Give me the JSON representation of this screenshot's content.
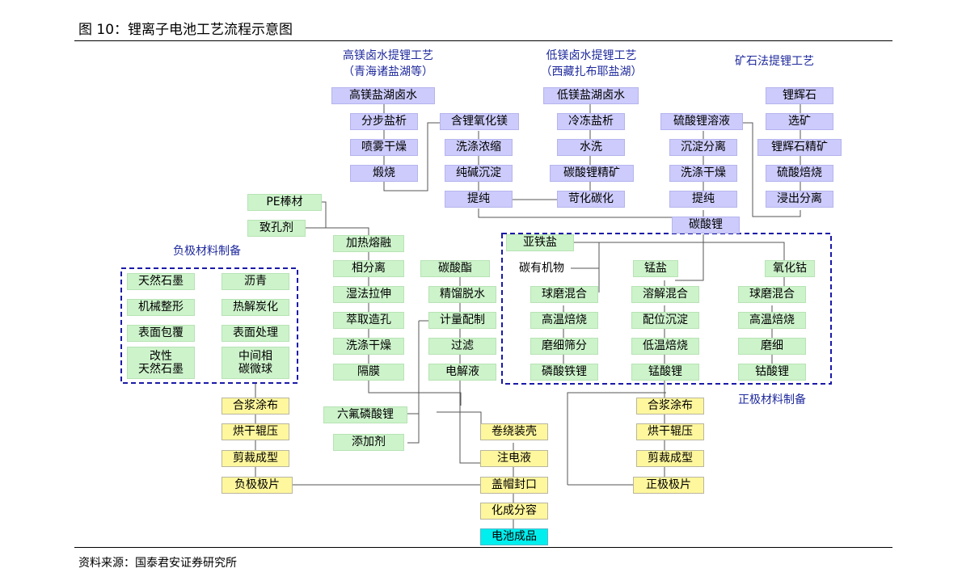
{
  "title": "图 10：锂离子电池工艺流程示意图",
  "source": "资料来源：国泰君安证券研究所",
  "headers": {
    "high_mg": "高镁卤水提锂工艺",
    "high_mg_sub": "（青海诸盐湖等）",
    "low_mg": "低镁卤水提锂工艺",
    "low_mg_sub": "（西藏扎布耶盐湖）",
    "ore": "矿石法提锂工艺",
    "anode_group": "负极材料制备",
    "cathode_group": "正极材料制备"
  },
  "nodes": {
    "high_brine": "高镁盐湖卤水",
    "stage_salt": "分步盐析",
    "spray_dry": "喷雾干燥",
    "calcine": "煅烧",
    "li_mgo": "含锂氧化镁",
    "wash_conc": "洗涤浓缩",
    "soda_precip": "纯碱沉淀",
    "purify_a": "提纯",
    "low_brine": "低镁盐湖卤水",
    "freeze_salt": "冷冻盐析",
    "water_wash": "水洗",
    "li2co3_conc": "碳酸锂精矿",
    "caustic": "苛化碳化",
    "li2so4_sol": "硫酸锂溶液",
    "precip_sep": "沉淀分离",
    "wash_dry": "洗涤干燥",
    "purify_b": "提纯",
    "spodumene": "锂辉石",
    "beneficiation": "选矿",
    "spod_conc": "锂辉石精矿",
    "sulfate_roast": "硫酸焙烧",
    "leach_sep": "浸出分离",
    "li2co3": "碳酸锂",
    "pe": "PE棒材",
    "pore_agent": "致孔剂",
    "heat_melt": "加热熔融",
    "phase_sep": "相分离",
    "wet_stretch": "湿法拉伸",
    "extract_pore": "萃取造孔",
    "wash_dry2": "洗涤干燥",
    "separator": "隔膜",
    "carbonate": "碳酸酯",
    "distill": "精馏脱水",
    "dosing": "计量配制",
    "filter": "过滤",
    "electrolyte": "电解液",
    "natural_graphite": "天然石墨",
    "pitch": "沥青",
    "mech_shape": "机械整形",
    "pyro_carb": "热解炭化",
    "surf_coat": "表面包覆",
    "surf_treat": "表面处理",
    "mod_graphite": "改性\n天然石墨",
    "mcmb": "中间相\n碳微球",
    "ferrous": "亚铁盐",
    "carbon_org": "碳有机物",
    "mn_salt": "锰盐",
    "co_oxide": "氧化钴",
    "ball_mix1": "球磨混合",
    "dissolve_mix": "溶解混合",
    "ball_mix2": "球磨混合",
    "ht_roast1": "高温焙烧",
    "coord_precip": "配位沉淀",
    "ht_roast2": "高温焙烧",
    "grind_sieve": "磨细筛分",
    "lt_roast": "低温焙烧",
    "grind": "磨细",
    "lfp": "磷酸铁锂",
    "lmo": "锰酸锂",
    "lco": "钴酸锂",
    "n_slurry": "合浆涂布",
    "n_dry_roll": "烘干辊压",
    "n_cut": "剪裁成型",
    "n_plate": "负极极片",
    "lipf6": "六氟磷酸锂",
    "additive": "添加剂",
    "wind_case": "卷绕装壳",
    "inject": "注电液",
    "cap_seal": "盖帽封口",
    "formation": "化成分容",
    "battery": "电池成品",
    "p_slurry": "合浆涂布",
    "p_dry_roll": "烘干辊压",
    "p_cut": "剪裁成型",
    "p_plate": "正极极片"
  },
  "colors": {
    "purple": "#cccbfb",
    "green": "#cdf3cb",
    "yellow": "#fff79d",
    "cyan": "#00eeee",
    "line": "#555555",
    "dash": "#1a1aa8",
    "header": "#1f2a9d"
  }
}
